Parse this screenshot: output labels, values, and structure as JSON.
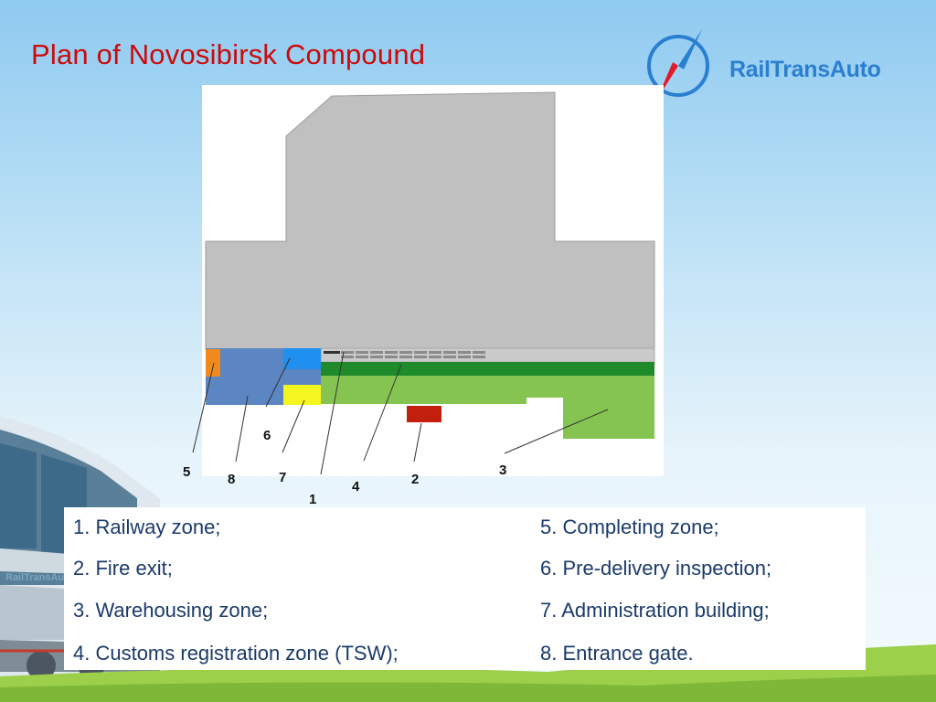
{
  "slide": {
    "title": "Plan of Novosibirsk Compound"
  },
  "logo": {
    "brand": "RailTransAuto",
    "icon": "compass-needle-icon",
    "color": "#2a7fd0"
  },
  "train_label": "RailTransAu",
  "diagram": {
    "zone_colors": {
      "building": "#c0c0c0",
      "railway": "#1f8a2a",
      "warehousing": "#86c452",
      "entrance": "#5b86c2",
      "completing": "#f08a1c",
      "inspection": "#1f8ff0",
      "administration": "#f5f520",
      "fire_exit": "#c21f0f"
    },
    "callouts": [
      "1",
      "2",
      "3",
      "4",
      "5",
      "6",
      "7",
      "8"
    ]
  },
  "legend": {
    "left": [
      "1. Railway zone;",
      "2. Fire exit;",
      "3. Warehousing zone;",
      "4. Customs registration zone (TSW);"
    ],
    "right": [
      "5. Completing zone;",
      "6. Pre-delivery inspection;",
      "7. Administration building;",
      "8. Entrance gate."
    ]
  }
}
